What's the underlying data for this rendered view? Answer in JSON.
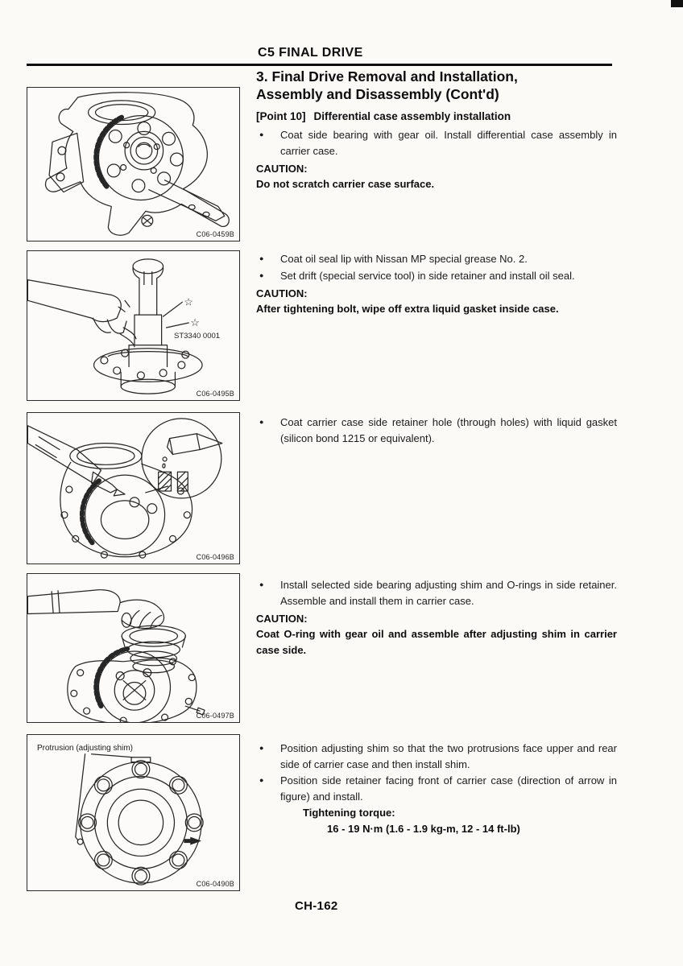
{
  "header": {
    "title": "C5 FINAL DRIVE"
  },
  "page_title": {
    "line1": "3. Final Drive Removal and Installation,",
    "line2": "Assembly and Disassembly (Cont'd)"
  },
  "point_heading": {
    "tag": "[Point 10]",
    "text": "Differential case assembly installation"
  },
  "blocks": [
    {
      "bullets": [
        "Coat side bearing with gear oil. Install differential case assembly in carrier case."
      ],
      "caution_label": "CAUTION:",
      "caution_text": "Do not scratch carrier case surface."
    },
    {
      "bullets": [
        "Coat oil seal lip with Nissan MP special grease No. 2.",
        "Set drift (special service tool) in side retainer and install oil seal."
      ],
      "caution_label": "CAUTION:",
      "caution_text": "After tightening bolt, wipe off extra liquid gasket inside case."
    },
    {
      "bullets": [
        "Coat carrier case side retainer hole (through holes) with liquid gasket (silicon bond 1215 or equivalent)."
      ]
    },
    {
      "bullets": [
        "Install selected side bearing adjusting shim and O-rings in side retainer. Assemble and install them in carrier case."
      ],
      "caution_label": "CAUTION:",
      "caution_text": "Coat O-ring with gear oil and assemble after adjusting shim in carrier case side."
    },
    {
      "bullets": [
        "Position adjusting shim so that the two protrusions face upper and rear side of carrier case and then install shim.",
        "Position side retainer facing front of carrier case (direction of arrow in figure) and install."
      ],
      "torque_label": "Tightening torque:",
      "torque_value": "16 - 19 N·m (1.6 - 1.9 kg-m, 12 - 14 ft-lb)"
    }
  ],
  "figures": [
    {
      "code": "C06-0459B"
    },
    {
      "code": "C06-0495B",
      "tool_label": "ST3340 0001"
    },
    {
      "code": "C06-0496B"
    },
    {
      "code": "C06-0497B"
    },
    {
      "code": "C06-0490B",
      "callout": "Protrusion (adjusting shim)"
    }
  ],
  "icons": {
    "star": "☆"
  },
  "footer": {
    "page_number": "CH-162"
  },
  "colors": {
    "ink": "#1b1b1b",
    "paper": "#fbfaf7"
  }
}
